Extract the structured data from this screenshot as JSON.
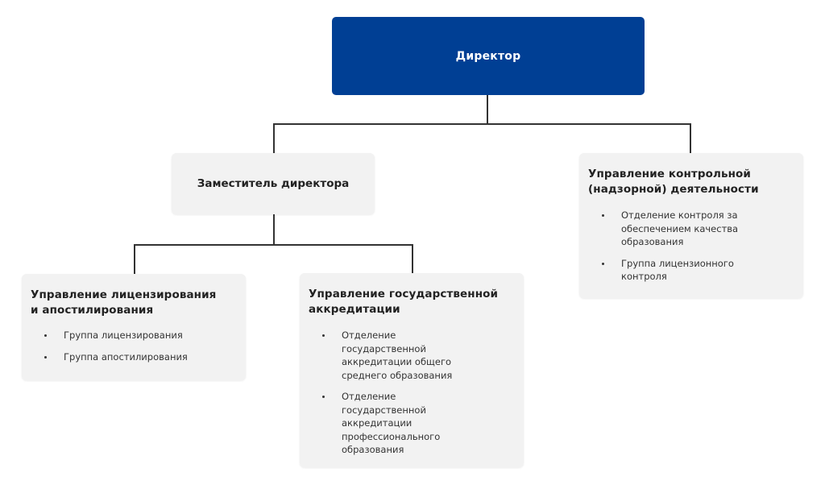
{
  "diagram": {
    "type": "org-chart",
    "colors": {
      "primary_node": "#003f94",
      "secondary_node": "#f2f2f2",
      "connector": "#333333",
      "title_text": "#222222",
      "body_text": "#333333"
    },
    "director": {
      "title": "Директор"
    },
    "deputy": {
      "title": "Заместитель директора"
    },
    "departments": [
      {
        "title_line1": "Управление лицензирования",
        "title_line2": "и апостилирования",
        "items": [
          "Группа лицензирования",
          "Группа апостилирования"
        ]
      },
      {
        "title_line1": "Управление государственной",
        "title_line2": "аккредитации",
        "items": [
          "Отделение государственной аккредитации общего среднего образования",
          "Отделение государственной аккредитации профессионального образования"
        ]
      },
      {
        "title_line1": "Управление контрольной",
        "title_line2": "(надзорной) деятельности",
        "items": [
          "Отделение контроля за обеспечением качества образования",
          "Группа лицензионного контроля"
        ]
      }
    ],
    "edges": [
      {
        "from": "Директор",
        "to": "Заместитель директора"
      },
      {
        "from": "Директор",
        "to": "Управление контрольной (надзорной) деятельности"
      },
      {
        "from": "Заместитель директора",
        "to": "Управление лицензирования и апостилирования"
      },
      {
        "from": "Заместитель директора",
        "to": "Управление государственной аккредитации"
      }
    ]
  }
}
